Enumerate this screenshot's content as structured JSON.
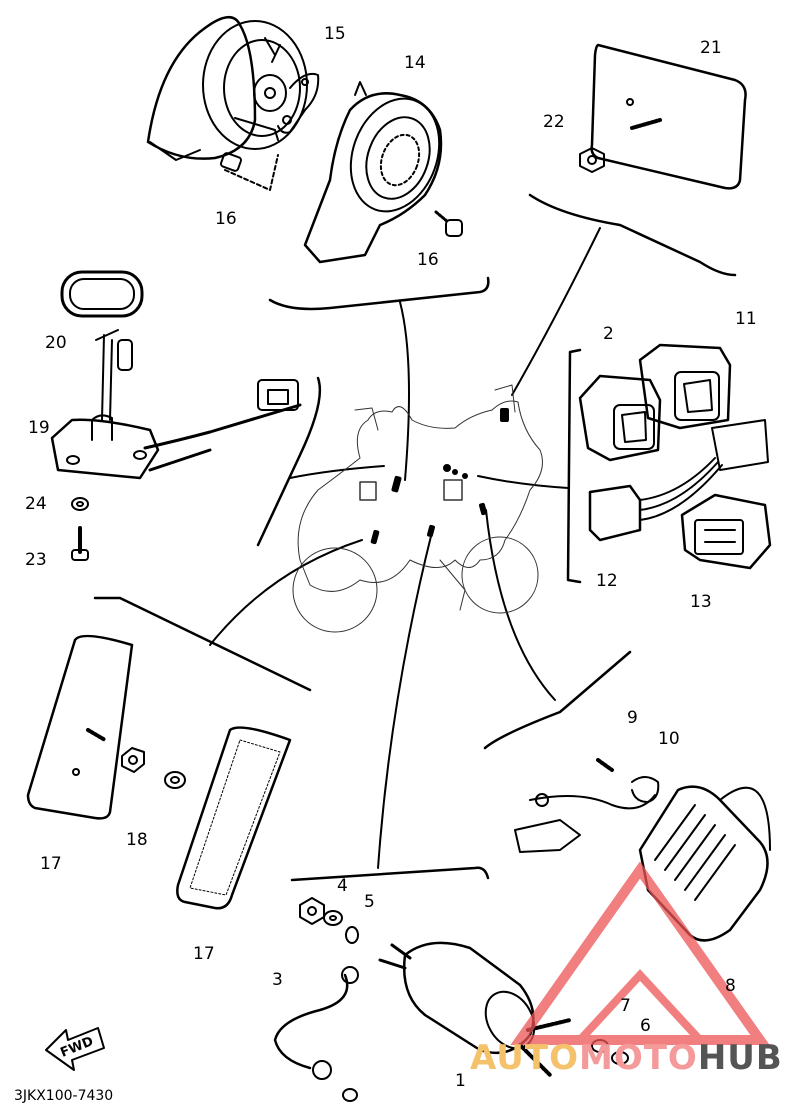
{
  "diagram": {
    "part_numbers": [
      "1",
      "2",
      "3",
      "4",
      "5",
      "6",
      "7",
      "8",
      "9",
      "10",
      "11",
      "12",
      "13",
      "14",
      "15",
      "16",
      "16",
      "17",
      "17",
      "18",
      "19",
      "20",
      "21",
      "22",
      "23",
      "24"
    ],
    "diagram_code": "3JKX100-7430",
    "direction_label": "FWD",
    "colors": {
      "line": "#000000",
      "watermark_red": "#ee5555",
      "watermark_orange": "#f4c26b",
      "watermark_gray": "#555555"
    }
  },
  "watermark": {
    "part1": "AUTO",
    "part2": "MOTO",
    "part3": "HUB"
  }
}
